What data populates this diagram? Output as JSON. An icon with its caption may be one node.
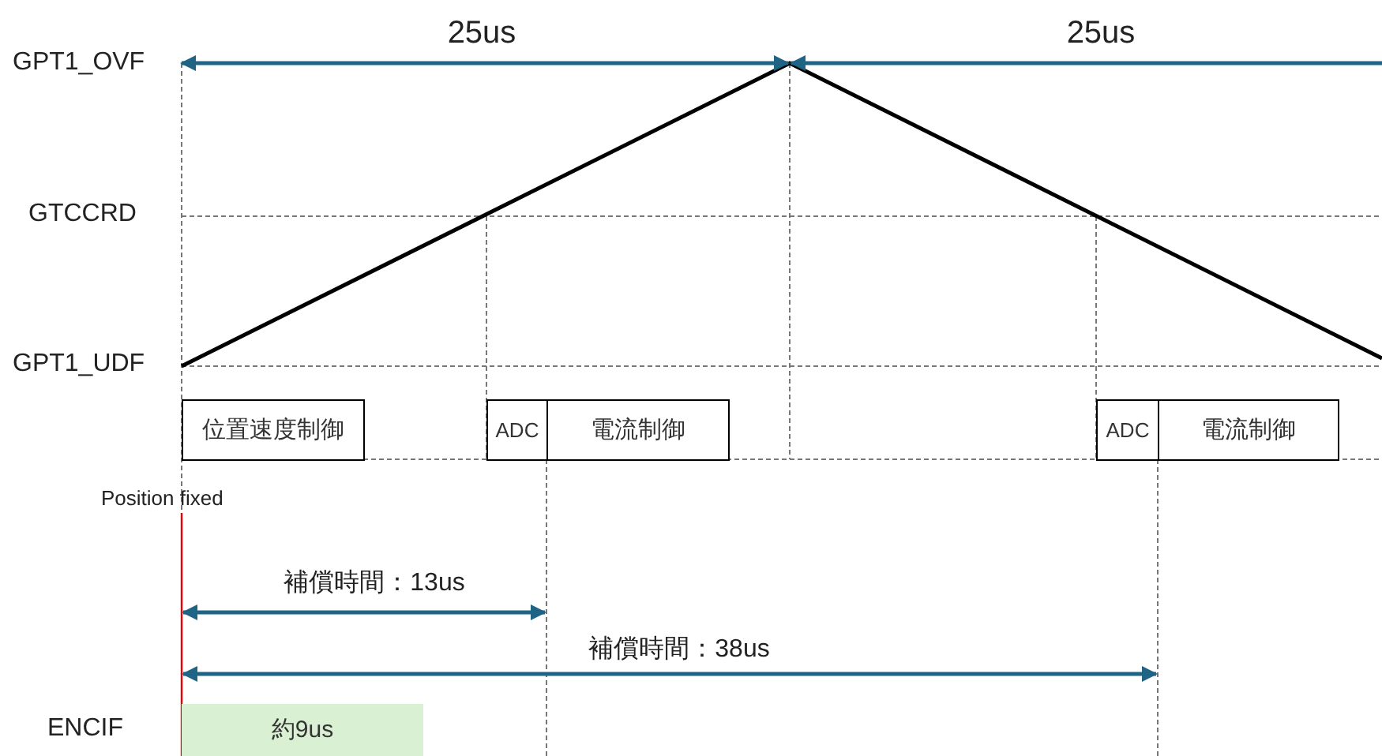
{
  "diagram": {
    "nodes": [
      {
        "text": [
          "位置速度制御"
        ]
      },
      {
        "text": [
          "ADC"
        ]
      },
      {
        "text": [
          "電流制御"
        ]
      },
      {
        "text": [
          "ADC"
        ]
      },
      {
        "text": [
          "電流制御"
        ]
      },
      {
        "text": [
          "約9us"
        ]
      }
    ],
    "labels": [
      "25us",
      "25us",
      "GPT1_OVF",
      "GTCCRD",
      "GPT1_UDF",
      "Position fixed",
      "補償時間：13us",
      "補償時間：38us",
      "ENCIF"
    ]
  }
}
